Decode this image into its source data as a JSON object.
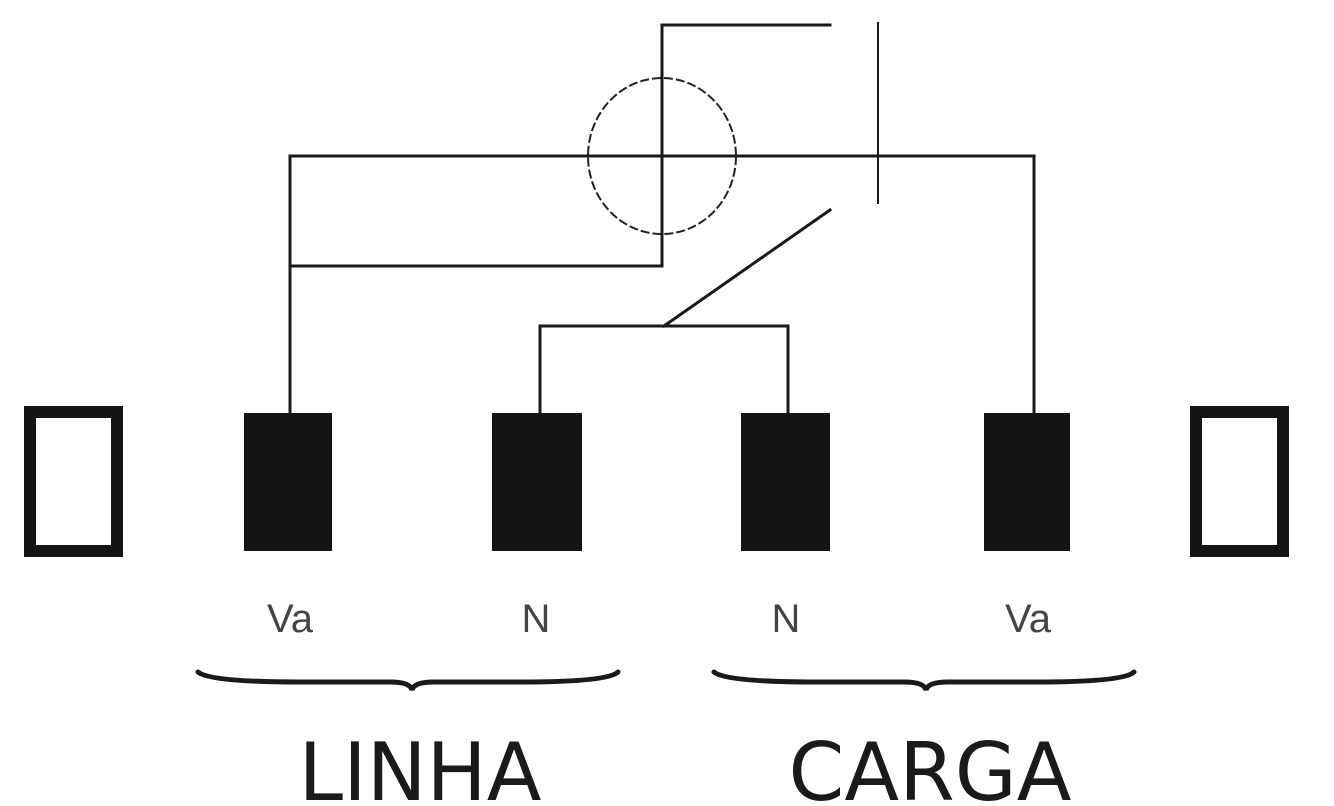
{
  "diagram": {
    "terminals": {
      "line_phase": "Va",
      "line_neutral": "N",
      "load_neutral": "N",
      "load_phase": "Va"
    },
    "groups": {
      "line": "LINHA",
      "load": "CARGA"
    }
  }
}
